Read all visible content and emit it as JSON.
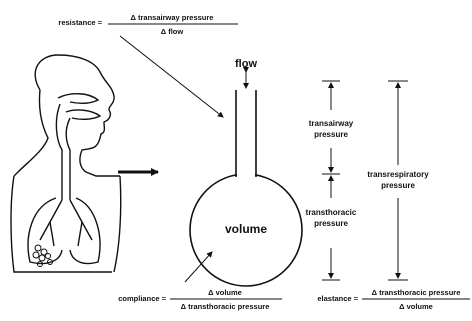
{
  "resistance": {
    "lhs": "resistance =",
    "numerator": "Δ transairway pressure",
    "denominator": "Δ flow"
  },
  "flow_label": "flow",
  "volume_label": "volume",
  "transairway_label": [
    "transairway",
    "pressure"
  ],
  "transthoracic_label": [
    "transthoracic",
    "pressure"
  ],
  "transrespiratory_label": [
    "transrespiratory",
    "pressure"
  ],
  "compliance": {
    "lhs": "compliance =",
    "numerator": "Δ volume",
    "denominator": "Δ transthoracic pressure"
  },
  "elastance": {
    "lhs": "elastance =",
    "numerator": "Δ transthoracic pressure",
    "denominator": "Δ volume"
  }
}
